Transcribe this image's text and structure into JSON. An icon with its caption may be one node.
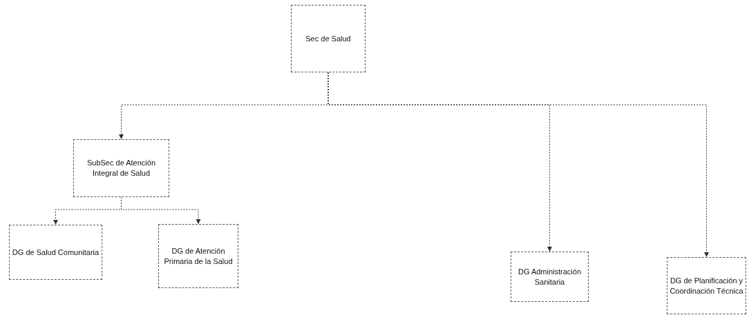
{
  "diagram": {
    "nodes": [
      {
        "text": [
          "Sec de Salud"
        ]
      },
      {
        "text": [
          "SubSec de Atención Integral de Salud"
        ]
      },
      {
        "text": [
          "DG de Salud Comunitaria"
        ]
      },
      {
        "text": [
          "DG de Atención Primaria de la Salud"
        ]
      },
      {
        "text": [
          "DG Administración Sanitaria"
        ]
      },
      {
        "text": [
          "DG de Planificación y Coordinación Técnica"
        ]
      }
    ],
    "edges": [
      {
        "from": 0,
        "to": 1,
        "arrow": "to",
        "style": "dashed"
      },
      {
        "from": 0,
        "to": 4,
        "arrow": "to",
        "style": "dashed"
      },
      {
        "from": 0,
        "to": 5,
        "arrow": "to",
        "style": "dashed"
      },
      {
        "from": 1,
        "to": 2,
        "arrow": "to",
        "style": "dashed"
      },
      {
        "from": 1,
        "to": 3,
        "arrow": "to",
        "style": "dashed"
      }
    ]
  }
}
